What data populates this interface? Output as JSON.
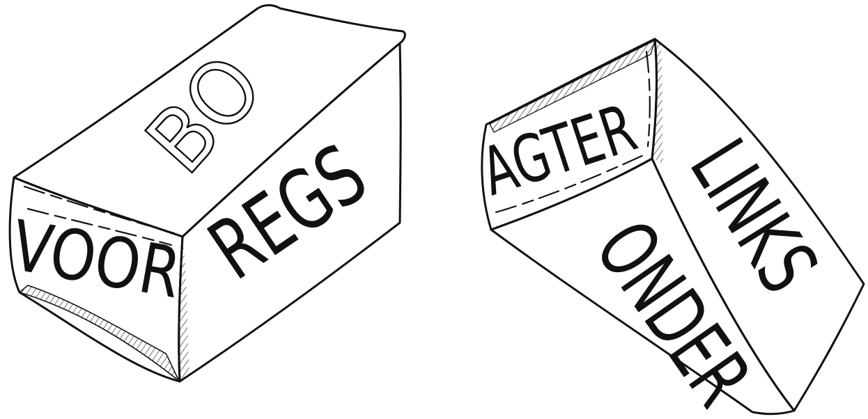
{
  "left_box": {
    "top_face": "BO",
    "front_face": "VOOR",
    "right_face": "REGS"
  },
  "right_box": {
    "back_face": "AGTER",
    "left_face": "LINKS",
    "bottom_face": "ONDER"
  }
}
